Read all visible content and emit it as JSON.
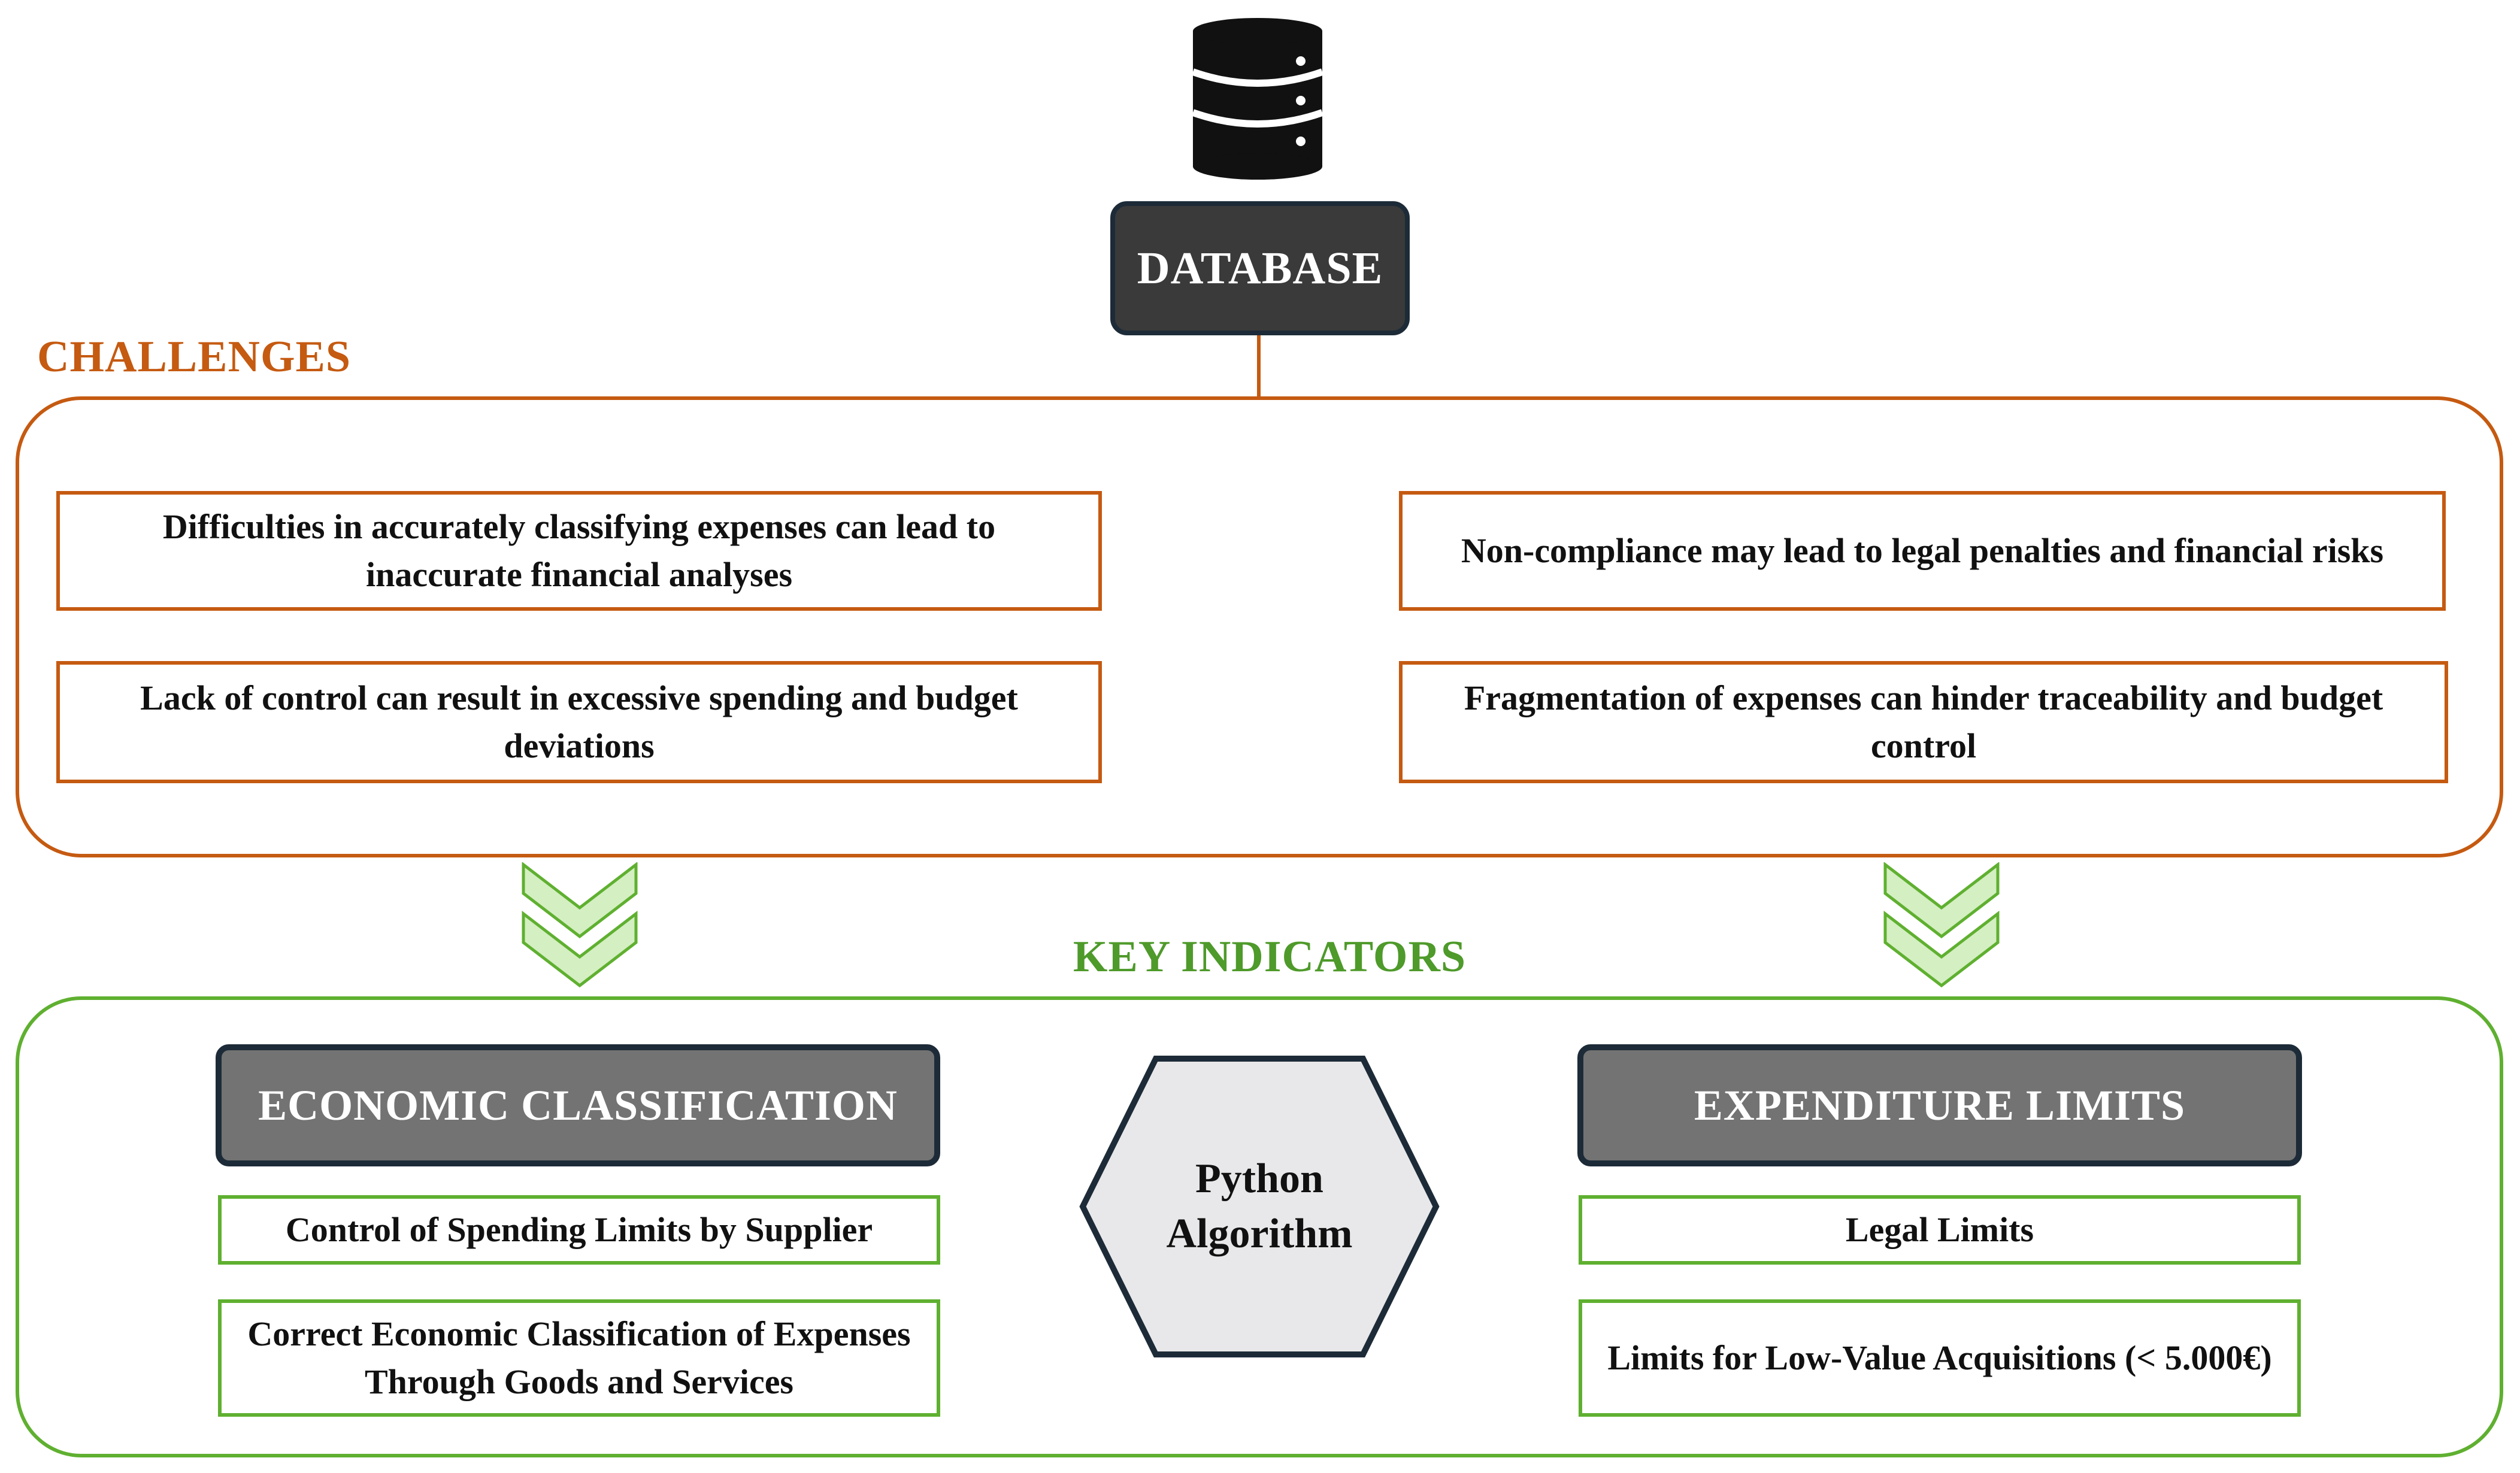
{
  "colors": {
    "challenge": "#c55a11",
    "key": "#5fb030",
    "key_title": "#4e9a2a",
    "dark": "#3a3a3a",
    "header_gray": "#737373",
    "hex_fill": "#e8e8ea"
  },
  "database": {
    "icon": "database-icon",
    "label": "DATABASE"
  },
  "challenges": {
    "title": "CHALLENGES",
    "items": [
      "Difficulties in accurately classifying expenses can lead to inaccurate financial analyses",
      "Non-compliance may lead to legal penalties and financial risks",
      "Lack of control can result in excessive spending and budget deviations",
      "Fragmentation of expenses can hinder traceability and budget control"
    ]
  },
  "arrows": {
    "icon": "double-chevron-down-icon"
  },
  "key_indicators": {
    "title": "KEY INDICATORS",
    "center": {
      "label": "Python Algorithm"
    },
    "economic": {
      "header": "ECONOMIC CLASSIFICATION",
      "items": [
        "Control of Spending Limits by Supplier",
        "Correct Economic Classification of Expenses Through Goods and Services"
      ]
    },
    "expenditure": {
      "header": "EXPENDITURE LIMITS",
      "items": [
        "Legal Limits",
        "Limits for Low-Value Acquisitions (< 5.000€)"
      ]
    }
  }
}
